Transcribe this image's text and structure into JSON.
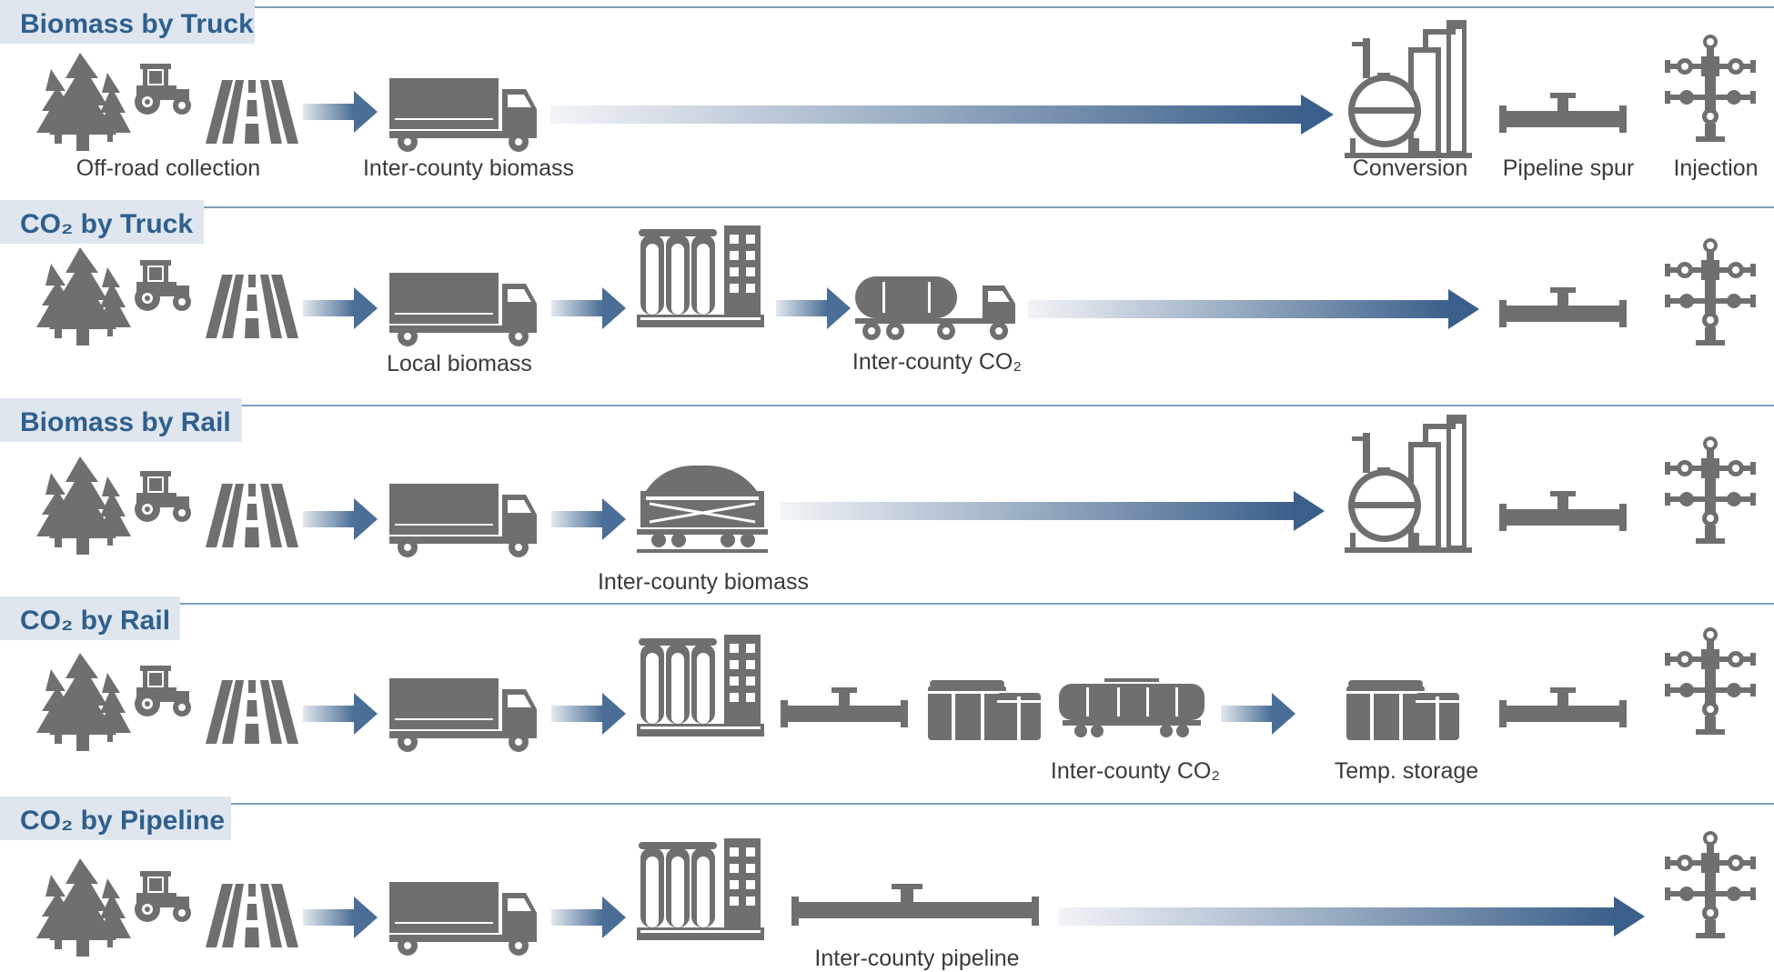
{
  "sections": [
    {
      "title": "Biomass by Truck",
      "labels": [
        "Off-road collection",
        "Inter-county biomass",
        "Conversion",
        "Pipeline spur",
        "Injection"
      ]
    },
    {
      "title": "CO₂ by Truck",
      "labels": [
        "Local biomass",
        "Inter-county CO₂"
      ]
    },
    {
      "title": "Biomass by Rail",
      "labels": [
        "Inter-county biomass"
      ]
    },
    {
      "title": "CO₂ by Rail",
      "labels": [
        "Inter-county CO₂",
        "Temp. storage"
      ]
    },
    {
      "title": "CO₂ by Pipeline",
      "labels": [
        "Inter-county pipeline"
      ]
    }
  ],
  "colors": {
    "title_text": "#2f5f8e",
    "title_tab": "#dfe6ee",
    "divider": "#7f9dbb",
    "icon": "#6f6f6f",
    "arrow_dark": "#3a5f8a",
    "arrow_light": "#f2f4f7"
  },
  "icons": [
    "trees-icon",
    "tractor-icon",
    "road-icon",
    "truck-icon",
    "conversion-plant-icon",
    "pipeline-valve-icon",
    "wellhead-icon",
    "silo-facility-icon",
    "tanker-truck-icon",
    "rail-hopper-car-icon",
    "storage-tank-icon",
    "rail-tank-car-icon"
  ]
}
